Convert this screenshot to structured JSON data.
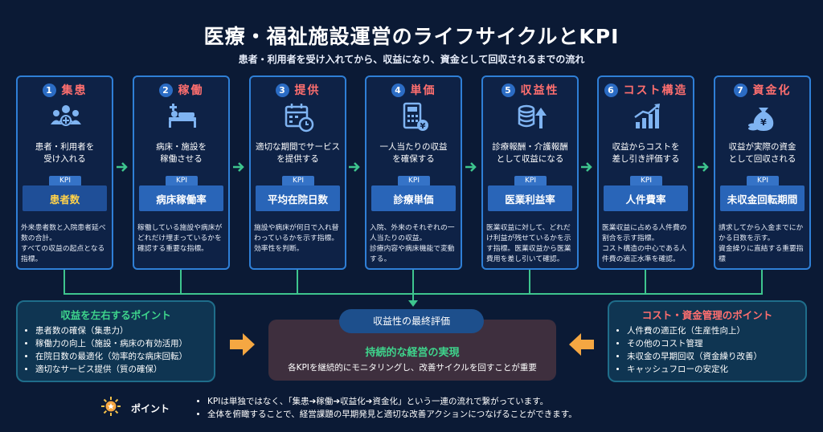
{
  "title": "医療・福祉施設運営のライフサイクルとKPI",
  "subtitle": "患者・利用者を受け入れてから、収益になり、資金として回収されるまでの流れ",
  "kpi_label": "KPI",
  "stages": [
    {
      "num": "1",
      "name": "集患",
      "icon": "people-icon",
      "desc": "患者・利用者を\n受け入れる",
      "kpi": "患者数",
      "detail": "外来患者数と入院患者延べ数の合計。\nすべての収益の起点となる指標。"
    },
    {
      "num": "2",
      "name": "稼働",
      "icon": "hospital-bed-icon",
      "desc": "病床・施設を\n稼働させる",
      "kpi": "病床稼働率",
      "detail": "稼働している施設や病床がどれだけ埋まっているかを確認する重要な指標。"
    },
    {
      "num": "3",
      "name": "提供",
      "icon": "calendar-clock-icon",
      "desc": "適切な期間でサービス\nを提供する",
      "kpi": "平均在院日数",
      "detail": "施設や病床が何日で入れ替わっているかを示す指標。効率性を判断。"
    },
    {
      "num": "4",
      "name": "単価",
      "icon": "calculator-icon",
      "desc": "一人当たりの収益\nを確保する",
      "kpi": "診療単価",
      "detail": "入院、外来のそれぞれの一人当たりの収益。\n診療内容や病床機能で変動する。"
    },
    {
      "num": "5",
      "name": "収益性",
      "icon": "coins-growth-icon",
      "desc": "診療報酬・介護報酬\nとして収益になる",
      "kpi": "医業利益率",
      "detail": "医業収益に対して、どれだけ利益が残せているかを示す指標。医業収益から医業費用を差し引いて確認。"
    },
    {
      "num": "6",
      "name": "コスト構造",
      "icon": "bar-chart-icon",
      "desc": "収益からコストを\n差し引き評価する",
      "kpi": "人件費率",
      "detail": "医業収益に占める人件費の割合を示す指標。\nコスト構造の中心である人件費の適正水準を確認。"
    },
    {
      "num": "7",
      "name": "資金化",
      "icon": "money-bag-icon",
      "desc": "収益が実際の資金\nとして回収される",
      "kpi": "未収金回転期間",
      "detail": "請求してから入金までにかかる日数を示す。\n資金繰りに直結する重要指標"
    }
  ],
  "left_panel": {
    "title": "収益を左右するポイント",
    "items": [
      "患者数の確保（集患力）",
      "稼働力の向上（施設・病床の有効活用）",
      "在院日数の最適化（効率的な病床回転）",
      "適切なサービス提供（質の確保）"
    ]
  },
  "right_panel": {
    "title": "コスト・資金管理のポイント",
    "items": [
      "人件費の適正化（生産性向上）",
      "その他のコスト管理",
      "未収金の早期回収（資金繰り改善）",
      "キャッシュフローの安定化"
    ]
  },
  "center": {
    "pill": "収益性の最終評価",
    "title": "持続的な経営の実現",
    "desc": "各KPIを継続的にモニタリングし、改善サイクルを回すことが重要"
  },
  "footer": {
    "label": "ポイント",
    "items": [
      "KPIは単独ではなく、「集患➔稼働➔収益化➔資金化」という一連の流れで繋がっています。",
      "全体を俯瞰することで、経営課題の早期発見と適切な改善アクションにつなげることができます。"
    ]
  },
  "colors": {
    "accent_red": "#ff6f6f",
    "accent_green": "#3ed48c",
    "accent_orange": "#f5a742",
    "kpi_yellow": "#ffd24a",
    "border_blue": "#2f7fd6"
  }
}
